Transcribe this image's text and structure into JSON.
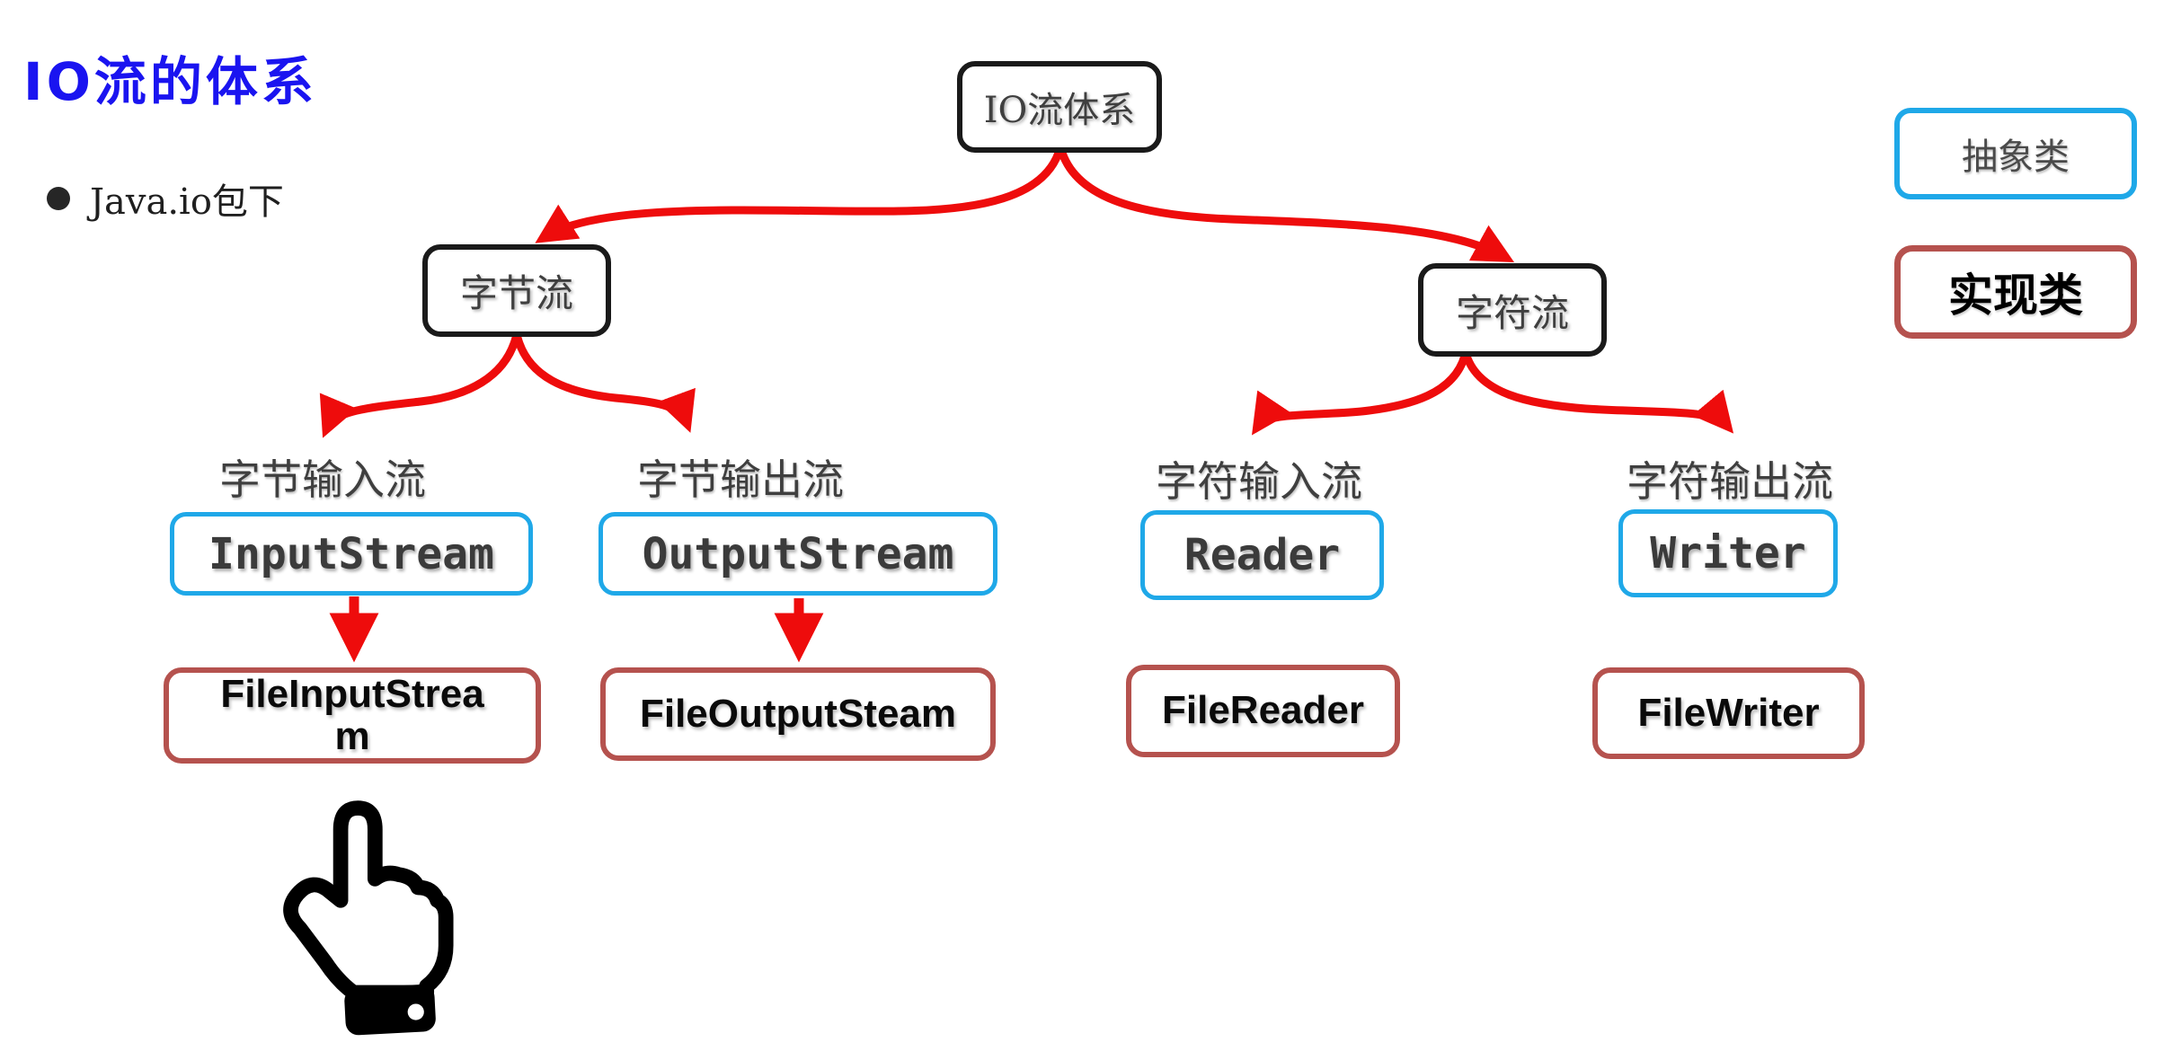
{
  "title": "IO流的体系",
  "bullet_item": "Java.io包下",
  "diagram": {
    "root": "IO流体系",
    "byte_stream": "字节流",
    "char_stream": "字符流",
    "branches": [
      {
        "caption": "字节输入流",
        "abstract_class": "InputStream",
        "impl_class": "FileInputStrea\nm"
      },
      {
        "caption": "字节输出流",
        "abstract_class": "OutputStream",
        "impl_class": "FileOutputSteam"
      },
      {
        "caption": "字符输入流",
        "abstract_class": "Reader",
        "impl_class": "FileReader"
      },
      {
        "caption": "字符输出流",
        "abstract_class": "Writer",
        "impl_class": "FileWriter"
      }
    ]
  },
  "legend": {
    "abstract_label": "抽象类",
    "impl_label": "实现类"
  },
  "icons": {
    "pointer_hand": "pointing-hand-icon"
  },
  "colors": {
    "title_blue": "#1a14f0",
    "arrow_red": "#ee0c0c",
    "abstract_border_blue": "#1fa8e8",
    "impl_border_red": "#b5524e",
    "node_border_black": "#1a1a1a",
    "node_text_gray": "#3f3f3f"
  }
}
